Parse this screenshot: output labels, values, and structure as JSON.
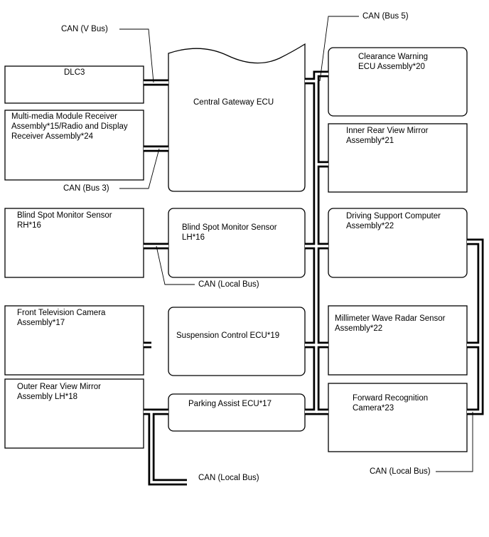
{
  "boxes": {
    "dlc3": "DLC3",
    "mm_receiver": "Multi-media Module Receiver\nAssembly*15/Radio and Display\nReceiver Assembly*24",
    "bsm_rh": "Blind Spot Monitor Sensor\nRH*16",
    "front_tv_camera": "Front Television Camera\nAssembly*17",
    "outer_mirror_lh": "Outer Rear View Mirror\nAssembly LH*18",
    "central_gateway": "Central Gateway ECU",
    "bsm_lh": "Blind Spot Monitor Sensor\nLH*16",
    "suspension": "Suspension Control ECU*19",
    "parking_assist": "Parking Assist ECU*17",
    "clearance_warning": "Clearance Warning\nECU Assembly*20",
    "inner_mirror": "Inner Rear View Mirror\nAssembly*21",
    "driving_support": "Driving Support Computer\nAssembly*22",
    "mmw_radar": "Millimeter Wave Radar Sensor\nAssembly*22",
    "forward_camera": "Forward Recognition\nCamera*23"
  },
  "bus_labels": {
    "can_v": "CAN (V Bus)",
    "can_bus5": "CAN (Bus 5)",
    "can_bus3": "CAN (Bus 3)",
    "can_local_1": "CAN (Local Bus)",
    "can_local_2": "CAN (Local Bus)",
    "can_local_3": "CAN (Local Bus)"
  }
}
